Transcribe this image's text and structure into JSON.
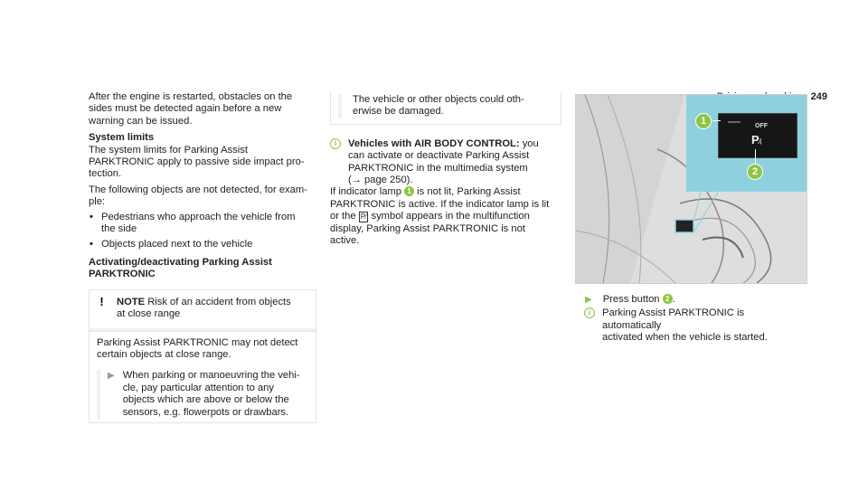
{
  "header": {
    "section": "Driving and parking",
    "page": "249"
  },
  "col1": {
    "intro": [
      "After the engine is restarted, obstacles on the",
      "sides must be detected again before a new",
      "warning can be issued."
    ],
    "limits_heading": "System limits",
    "limits_text": [
      "The system limits for Parking Assist",
      "PARKTRONIC apply to passive side impact pro-",
      "tection."
    ],
    "following": [
      "The following objects are not detected, for exam-",
      "ple:"
    ],
    "bullets": [
      [
        "Pedestrians who approach the vehicle from",
        "the side"
      ],
      [
        "Objects placed next to the vehicle"
      ]
    ],
    "activate_heading": [
      "Activating/deactivating Parking Assist",
      "PARKTRONIC"
    ],
    "note_label": "NOTE",
    "note_title": [
      "Risk of an accident from objects",
      "at close range"
    ],
    "note_body": [
      "Parking Assist PARKTRONIC may not detect",
      "certain objects at close range."
    ],
    "note_action": [
      "When parking or manoeuvring the vehi-",
      "cle, pay particular attention to any",
      "objects which are above or below the",
      "sensors, e.g. flowerpots or drawbars."
    ]
  },
  "col2": {
    "cont": [
      "The vehicle or other objects could oth-",
      "erwise be damaged."
    ],
    "air_heading": "Vehicles with AIR BODY CONTROL:",
    "air_text": [
      " you",
      "can activate or deactivate Parking Assist",
      "PARKTRONIC in the multimedia system",
      "(→ page 250)."
    ],
    "lamp_text": [
      "If indicator lamp ",
      " is not lit, Parking Assist",
      "PARKTRONIC is active. If the indicator lamp is lit",
      "or the ",
      " symbol appears in the multifunction",
      "display, Parking Assist PARKTRONIC is not",
      "active."
    ],
    "marker1": "1",
    "psym": "P⁄"
  },
  "col3": {
    "image": {
      "off_label": "OFF",
      "p_label": "P",
      "callout1": "1",
      "callout2": "2"
    },
    "press": "Press button ",
    "press_marker": "2",
    "press_end": ".",
    "info": [
      "Parking Assist PARKTRONIC is automatically",
      "activated when the vehicle is started."
    ]
  },
  "colors": {
    "accent_green": "#8cc63f",
    "image_bg": "#8fd0df",
    "image_photo": "#d8d8d8"
  }
}
